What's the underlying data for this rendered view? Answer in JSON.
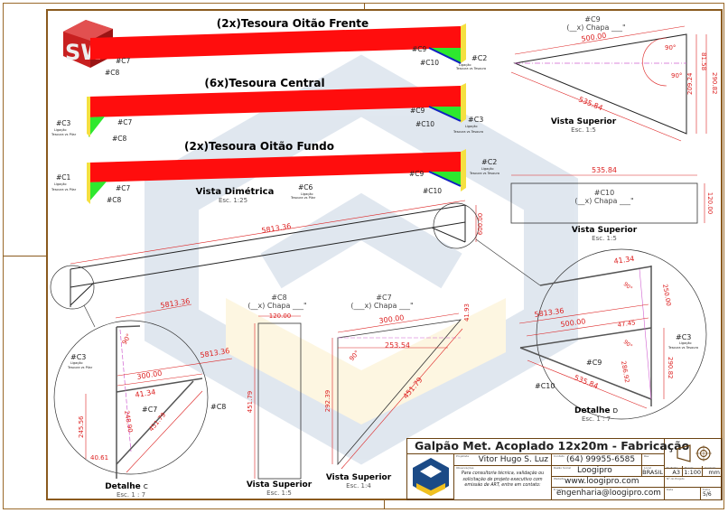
{
  "logo_badge": "SW",
  "views": {
    "frente_title": "(2x)Tesoura Oitão Frente",
    "central_title": "(6x)Tesoura Central",
    "fundo_title": "(2x)Tesoura Oitão Fundo",
    "dimetrica_title": "Vista Dimétrica",
    "dimetrica_scale": "Esc. 1:25"
  },
  "callouts": {
    "c1": "#C1",
    "c2": "#C2",
    "c3": "#C3",
    "c6": "#C6",
    "c7": "#C7",
    "c8": "#C8",
    "c9": "#C9",
    "c10": "#C10",
    "lig_pilar_1": "Ligação",
    "lig_pilar_2": "Tesoura vs Pilar",
    "lig_tes_1": "Ligação",
    "lig_tes_2": "Tesoura vs Tesoura"
  },
  "c9_view": {
    "part": "#C9",
    "chapa": "(__x) Chapa ___\"",
    "dim_top": "500.00",
    "dim_diag": "535.84",
    "dim_r1": "81.58",
    "dim_r2": "209.24",
    "dim_total": "290.82",
    "angle1": "90°",
    "angle2": "90°",
    "title": "Vista Superior",
    "scale": "Esc. 1:5"
  },
  "c10_view": {
    "part": "#C10",
    "chapa": "(__x) Chapa ___\"",
    "dim_w": "535.84",
    "dim_h": "120.00",
    "title": "Vista Superior",
    "scale": "Esc. 1:5"
  },
  "elevation": {
    "dim_len": "5813.36",
    "dim_h": "600.00"
  },
  "c8_view": {
    "part": "#C8",
    "chapa": "(__x) Chapa ___\"",
    "dim_w": "120.00",
    "dim_h": "451.79",
    "title": "Vista Superior",
    "scale": "Esc. 1:5"
  },
  "c7_view": {
    "part": "#C7",
    "chapa": "(___x) Chapa ___\"",
    "dim_top": "300.00",
    "dim_inner": "253.54",
    "dim_diag": "451.79",
    "dim_h": "292.39",
    "dim_r": "41.93",
    "angle": "90°",
    "title": "Vista Superior",
    "scale": "Esc. 1:4"
  },
  "detail_c": {
    "dim1": "5813.36",
    "dim2": "5813.36",
    "dim3": "300.00",
    "dim4": "41.34",
    "dim5": "248.90",
    "dim6": "451.79",
    "dim7": "245.56",
    "dim8": "40.61",
    "angle": "90°",
    "title": "Detalhe",
    "letter": "C",
    "scale": "Esc. 1 : 7"
  },
  "detail_d": {
    "dim1": "41.34",
    "dim2": "250.00",
    "dim3": "5813.36",
    "dim4": "500.00",
    "dim5": "47.45",
    "dim6": "286.92",
    "dim7": "290.82",
    "dim8": "535.84",
    "angle1": "90°",
    "angle2": "90°",
    "title": "Detalhe",
    "letter": "D",
    "scale": "Esc. 1 : 7"
  },
  "title_block": {
    "title": "Galpão Met. Acoplado 12x20m - Fabricação",
    "projetista_label": "Projetista",
    "projetista": "Vitor Hugo S. Luz",
    "contato_label": "Contato",
    "contato": "(64) 99955-6585",
    "obs_label": "Observações",
    "obs": "Para consultoria técnica, validação ou solicitação de projeto executivo com emissão de ART, entre em contato:",
    "razao_label": "Razão Social",
    "razao": "Loogipro",
    "local_label": "Local",
    "local": "BRASIL",
    "folha_fmt_label": "Fl. Folha",
    "folha_fmt": "A3",
    "escala_label": "Escala",
    "escala": "1:100",
    "unid_label": "Unidade",
    "unid": "mm",
    "website_label": "Website",
    "website": "www.loogipro.com",
    "email_label": "E-mail",
    "email": "engenharia@loogipro.com",
    "data_label": "Data",
    "folha_label": "Folha",
    "folha": "5/6",
    "rev_label": "Rev",
    "proj_label": "Nº do Projeto"
  }
}
